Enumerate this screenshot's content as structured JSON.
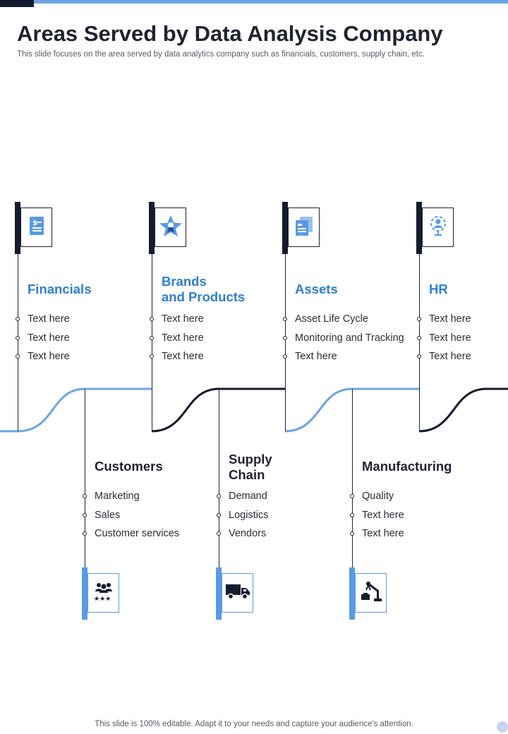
{
  "header": {
    "title": "Areas Served by Data Analysis Company",
    "subtitle": "This slide focuses on the area served by data analytics company such as financials, customers, supply chain, etc."
  },
  "colors": {
    "accent": "#2f7fd0",
    "light_blue": "#5a9ae2",
    "dark": "#141b2d"
  },
  "top_areas": [
    {
      "title_lines": [
        "Financials"
      ],
      "icon": "financial-document-icon",
      "items": [
        "Text here",
        "Text here",
        "Text here"
      ]
    },
    {
      "title_lines": [
        "Brands",
        "and Products"
      ],
      "icon": "star-badge-icon",
      "items": [
        "Text here",
        "Text here",
        "Text here"
      ]
    },
    {
      "title_lines": [
        "Assets"
      ],
      "icon": "asset-folders-icon",
      "items": [
        "Asset Life Cycle",
        "Monitoring and Tracking",
        "Text here"
      ]
    },
    {
      "title_lines": [
        "HR"
      ],
      "icon": "person-target-icon",
      "items": [
        "Text here",
        "Text here",
        "Text here"
      ]
    }
  ],
  "bottom_areas": [
    {
      "title_lines": [
        "Customers"
      ],
      "icon": "people-rating-icon",
      "items": [
        "Marketing",
        "Sales",
        "Customer services"
      ]
    },
    {
      "title_lines": [
        "Supply",
        "Chain"
      ],
      "icon": "delivery-truck-icon",
      "items": [
        "Demand",
        "Logistics",
        "Vendors"
      ]
    },
    {
      "title_lines": [
        "Manufacturing"
      ],
      "icon": "robotic-arm-icon",
      "items": [
        "Quality",
        "Text here",
        "Text here"
      ]
    }
  ],
  "footer": {
    "text": "This slide is 100% editable. Adapt it to your needs and capture your audience's attention."
  }
}
